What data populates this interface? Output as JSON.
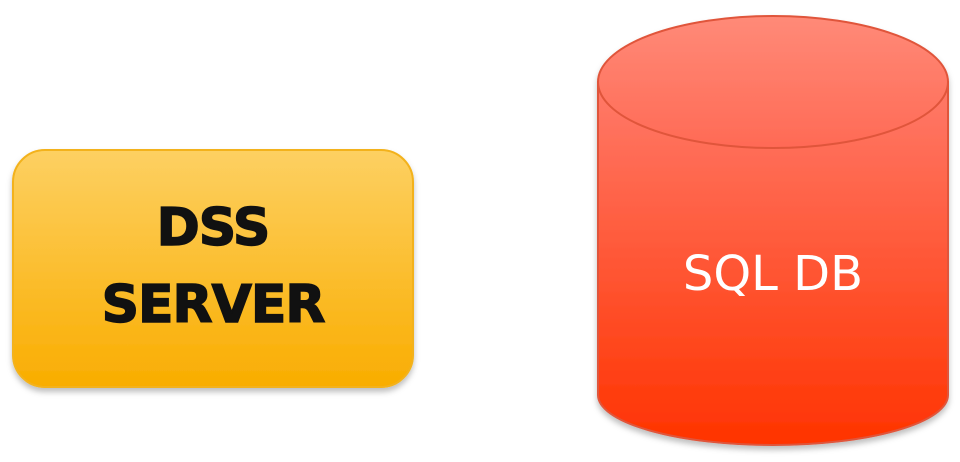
{
  "server": {
    "line1": "DSS",
    "line2": "SERVER",
    "fill_top": "#fdd062",
    "fill_bottom": "#f9ad00",
    "border": "#f5b000"
  },
  "database": {
    "label": "SQL DB",
    "fill_top": "#ff7a6a",
    "fill_bottom": "#ff3300",
    "border": "#d94b30"
  }
}
